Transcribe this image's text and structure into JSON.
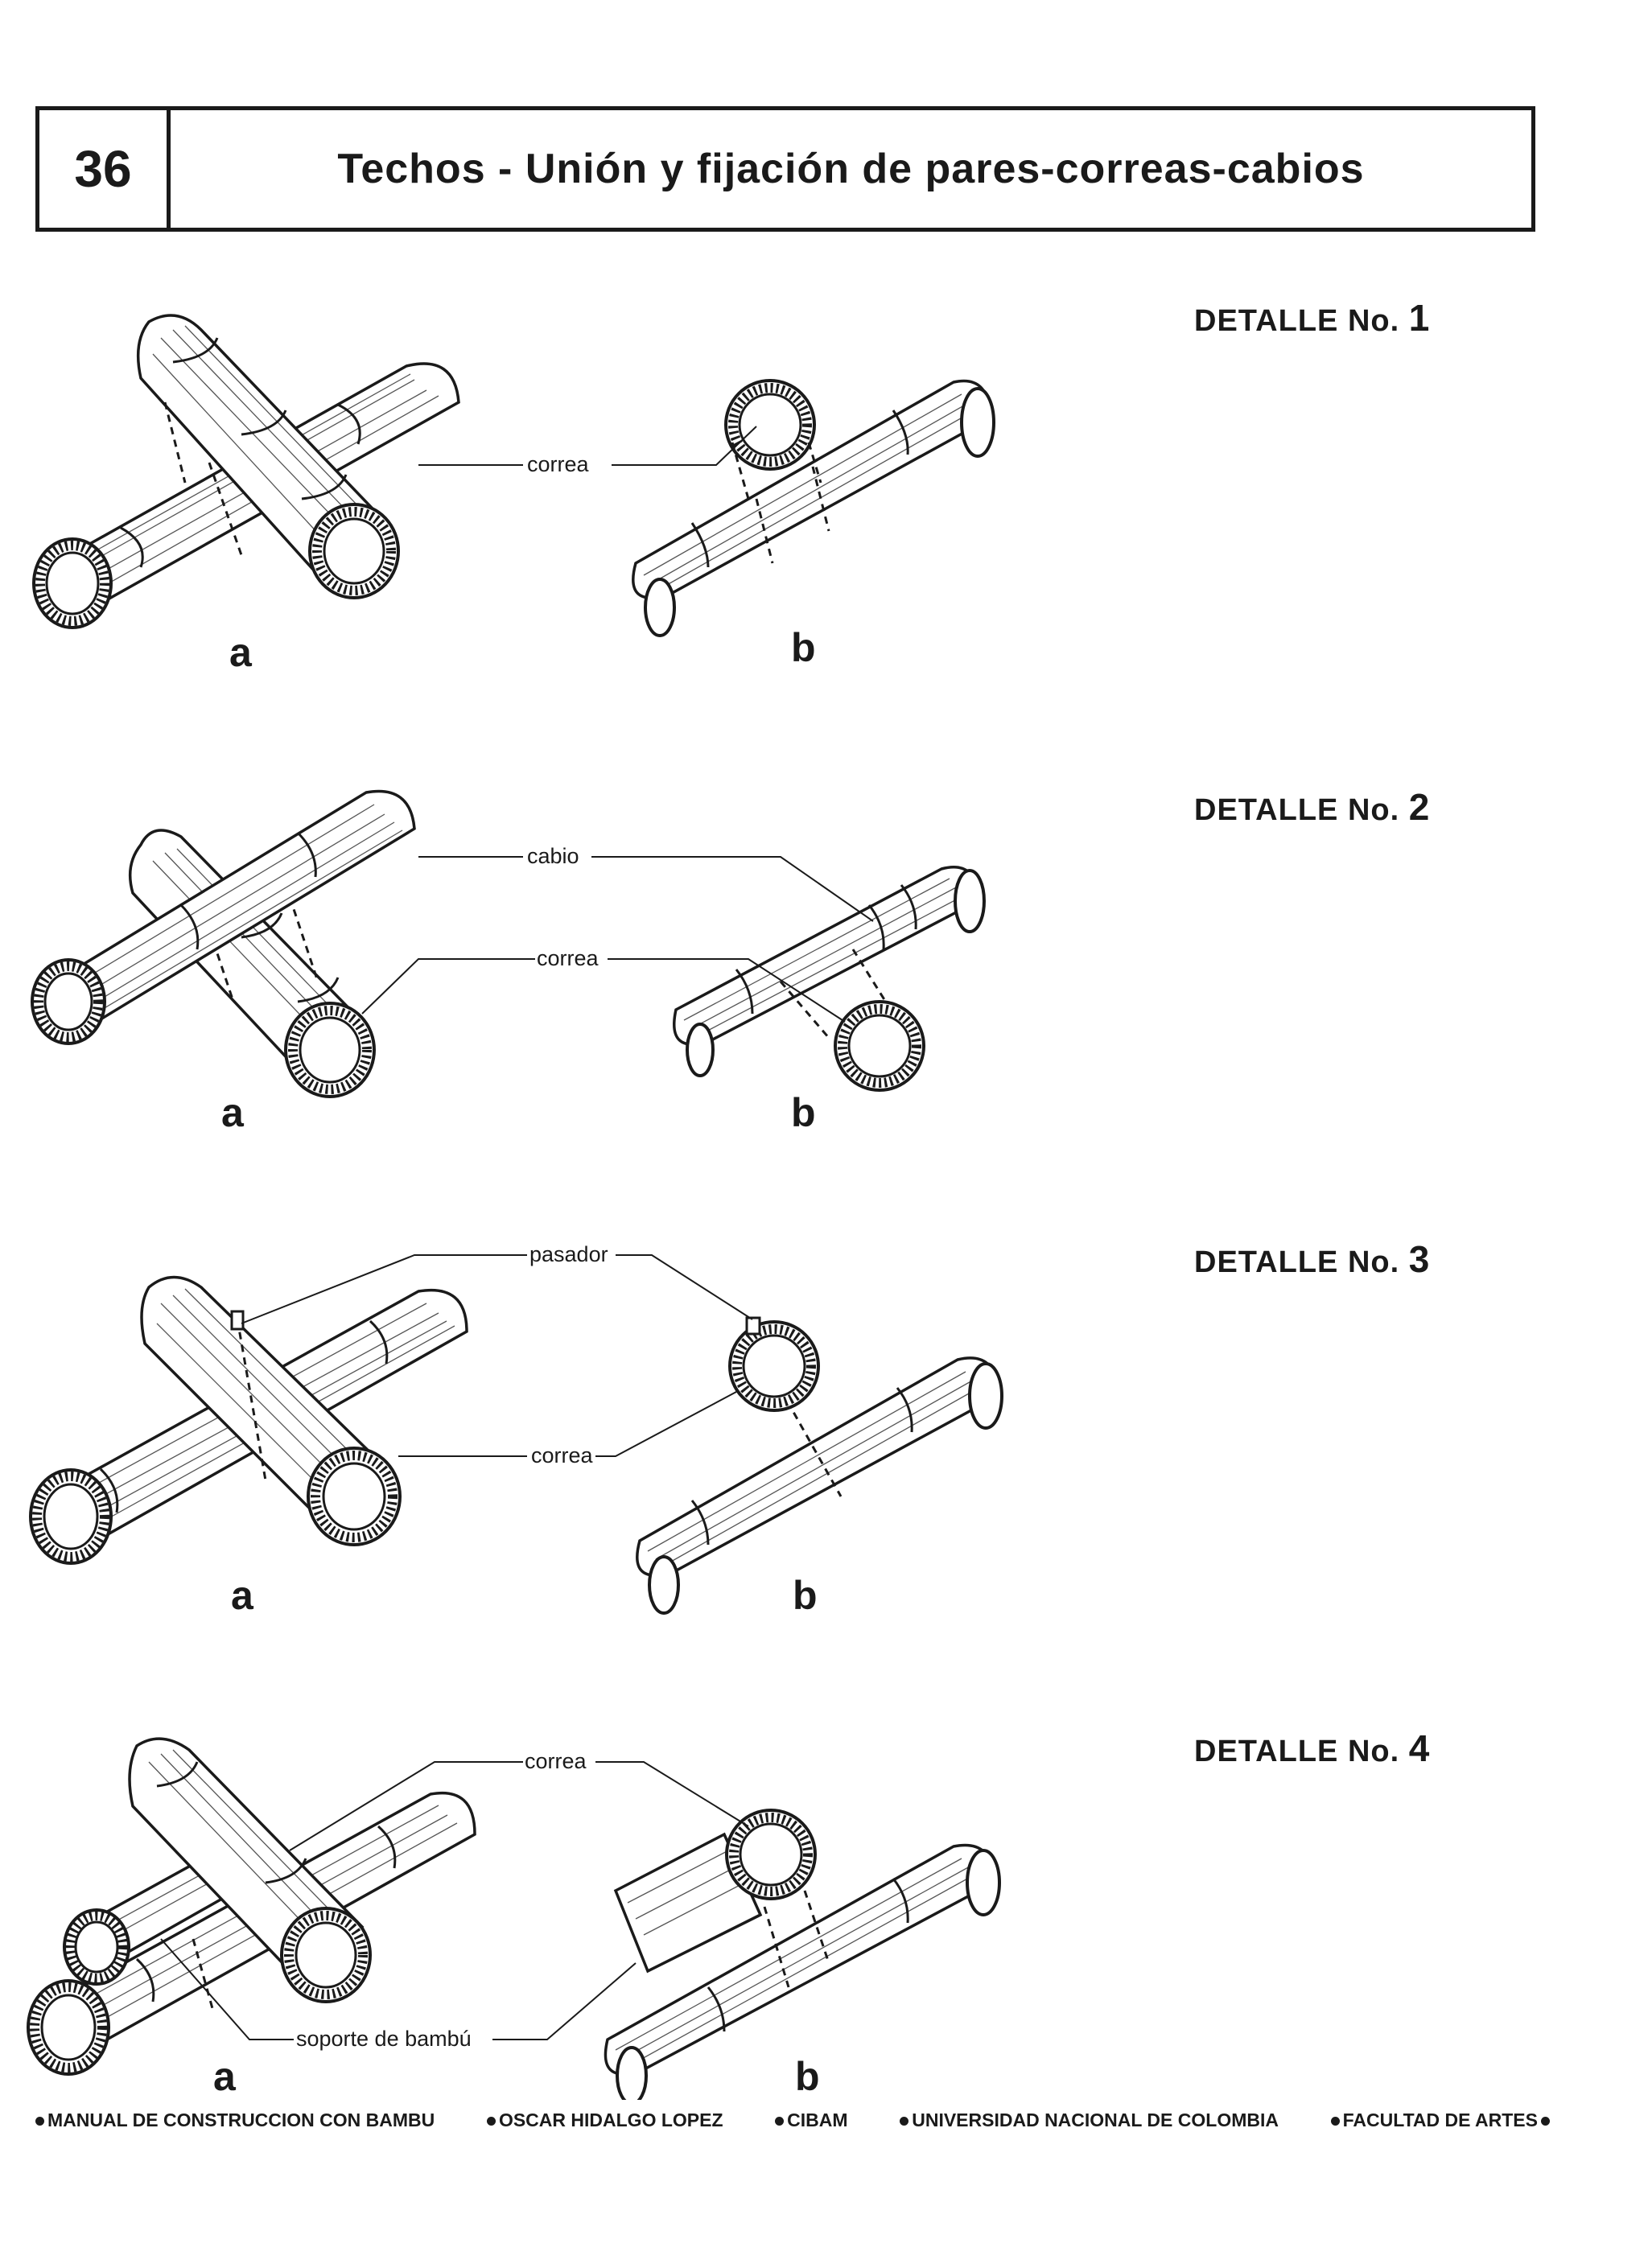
{
  "header": {
    "page_number": "36",
    "title": "Techos - Unión y fijación de pares-correas-cabios"
  },
  "details": [
    {
      "label_prefix": "DETALLE No.",
      "number": "1",
      "callouts": [
        "correa"
      ],
      "letters": [
        "a",
        "b"
      ]
    },
    {
      "label_prefix": "DETALLE No.",
      "number": "2",
      "callouts": [
        "cabio",
        "correa"
      ],
      "letters": [
        "a",
        "b"
      ]
    },
    {
      "label_prefix": "DETALLE No.",
      "number": "3",
      "callouts": [
        "pasador",
        "correa"
      ],
      "letters": [
        "a",
        "b"
      ]
    },
    {
      "label_prefix": "DETALLE No.",
      "number": "4",
      "callouts": [
        "correa",
        "soporte de bambú"
      ],
      "letters": [
        "a",
        "b"
      ]
    }
  ],
  "footer": [
    "MANUAL DE CONSTRUCCION CON BAMBU",
    "OSCAR HIDALGO LOPEZ",
    "CIBAM",
    "UNIVERSIDAD NACIONAL DE COLOMBIA",
    "FACULTAD DE ARTES"
  ]
}
